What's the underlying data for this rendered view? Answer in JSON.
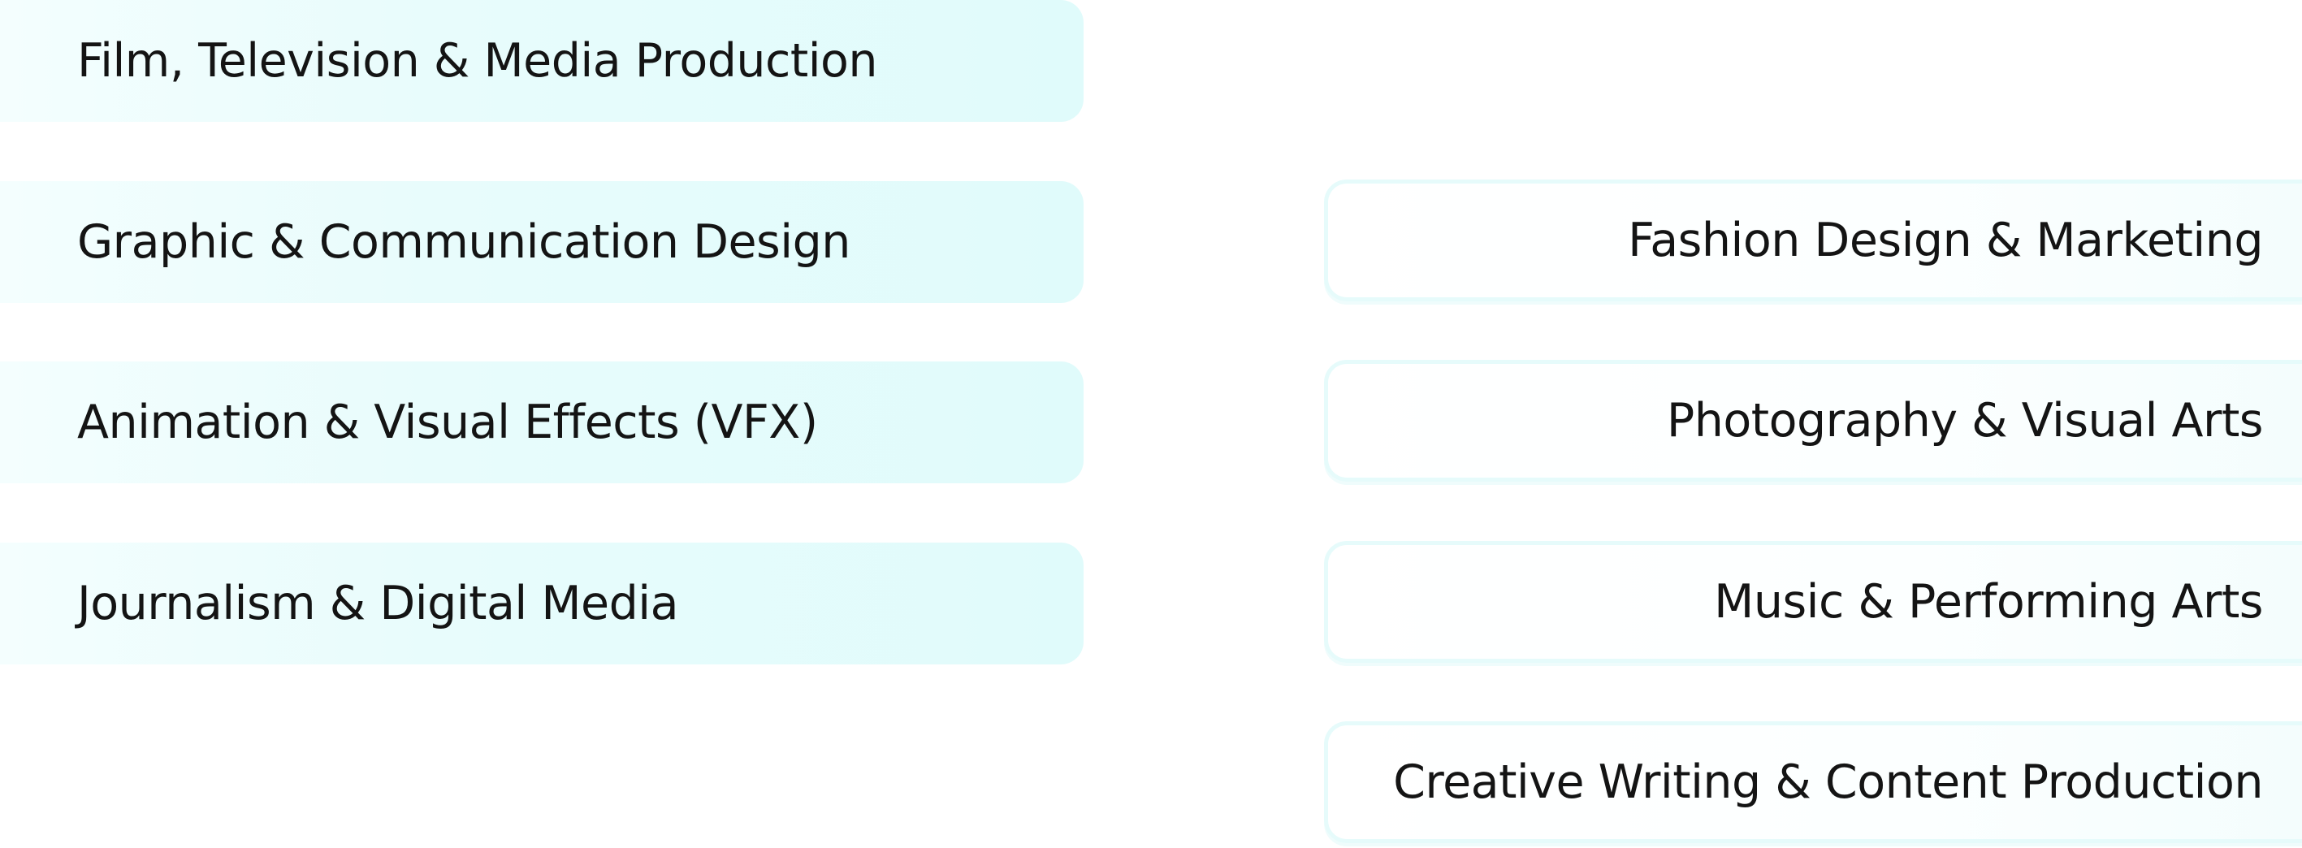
{
  "left_categories": [
    {
      "label": "Film, Television & Media Production"
    },
    {
      "label": "Graphic & Communication Design"
    },
    {
      "label": "Animation & Visual Effects (VFX)"
    },
    {
      "label": "Journalism & Digital Media"
    }
  ],
  "right_categories": [
    {
      "label": "Fashion Design & Marketing"
    },
    {
      "label": "Photography & Visual Arts"
    },
    {
      "label": "Music & Performing Arts"
    },
    {
      "label": "Creative Writing & Content Production"
    }
  ],
  "colors": {
    "left_card_fill": "#e0fbfb",
    "right_card_border": "#e6fbfb",
    "text": "#141414"
  }
}
